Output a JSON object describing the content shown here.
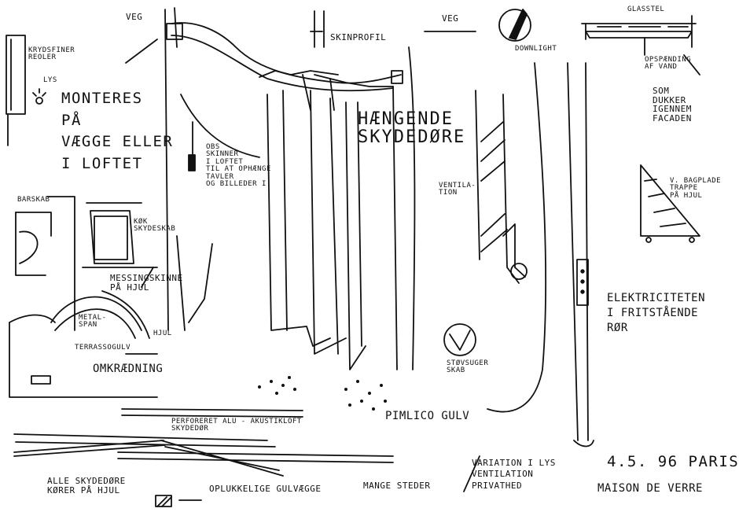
{
  "labels": {
    "veg_left": "VEG",
    "skinneprofil": "SKINPROFIL",
    "veg_right": "VEG",
    "downlight": "DOWNLIGHT",
    "glasstel": "GLASSTEL",
    "krydsfiner": "KRYDSFINER\nREOLER",
    "lys": "LYS",
    "monteres": "MONTERES\nPÅ\nVÆGGE ELLER\nI LOFTET",
    "opspaending": "OPSPÆNDING\nAF VAND",
    "som_dukker": "SOM\nDUKKER\nIGENNEM\nFACADEN",
    "skinner_note": "OBS\nSKINNER\nI LOFTET\nTIL AT OPHÆNGE\nTAVLER\nOG BILLEDER I",
    "haengende": "HÆNGENDE\nSKYDEDØRE",
    "ventilation": "VENTILA-\nTION",
    "v_bagplade": "V. BAGPLADE\nTRAPPE\nPÅ HJUL",
    "barskab": "BARSKAB",
    "koek": "KØK\nSKYDESKAB",
    "messing": "MESSINGSKINNE\nPÅ HJUL",
    "metalspan": "METAL-\nSPAN",
    "hjul": "HJUL",
    "terrasso": "TERRASSOGULV",
    "omkraedning": "OMKRÆDNING",
    "elektriciteten": "ELEKTRICITETEN\nI FRITSTÅENDE\nRØR",
    "stoevsuger": "STØVSUGER\nSKAB",
    "perforeret": "PERFORERET ALU - AKUSTIKLOFT\nSKYDEDØR",
    "pimlico": "PIMLICO GULV",
    "alle_skydedoere": "ALLE SKYDEDØRE\nKØRER PÅ HJUL",
    "opluk": "OPLUKKELIGE GULVÆGGE",
    "mange_steder": "MANGE STEDER",
    "variation": "VARIATION I LYS\nVENTILATION\nPRIVATHED",
    "date": "4.5. 96 PARIS",
    "maison": "MAISON DE VERRE"
  }
}
